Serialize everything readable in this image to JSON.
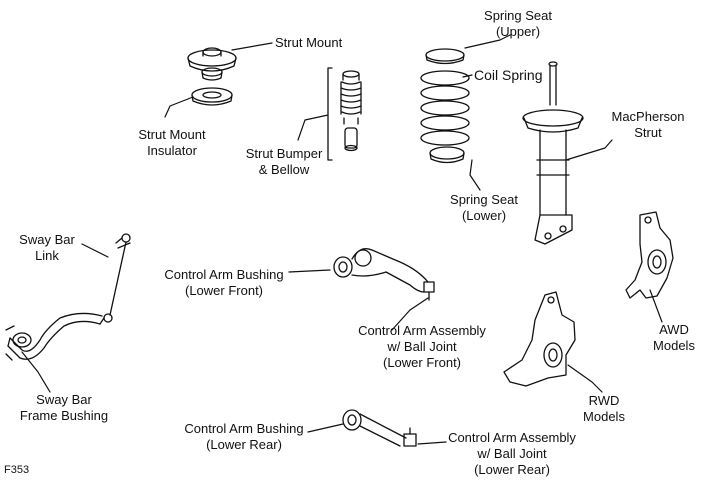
{
  "diagram_code": "F353",
  "labels": {
    "strut_mount": "Strut Mount",
    "strut_mount_insulator": [
      "Strut Mount",
      "Insulator"
    ],
    "strut_bumper": [
      "Strut Bumper",
      "& Bellow"
    ],
    "spring_seat_upper": [
      "Spring Seat",
      "(Upper)"
    ],
    "coil_spring": "Coil Spring",
    "spring_seat_lower": [
      "Spring Seat",
      "(Lower)"
    ],
    "macpherson_strut": [
      "MacPherson",
      "Strut"
    ],
    "sway_bar_link": [
      "Sway Bar",
      "Link"
    ],
    "control_arm_bushing_lf": [
      "Control Arm Bushing",
      "(Lower Front)"
    ],
    "control_arm_assembly_lf": [
      "Control Arm Assembly",
      "w/ Ball Joint",
      "(Lower Front)"
    ],
    "awd_models": [
      "AWD",
      "Models"
    ],
    "rwd_models": [
      "RWD",
      "Models"
    ],
    "sway_bar_frame_bushing": [
      "Sway Bar",
      "Frame Bushing"
    ],
    "control_arm_bushing_lr": [
      "Control Arm Bushing",
      "(Lower Rear)"
    ],
    "control_arm_assembly_lr": [
      "Control Arm Assembly",
      "w/ Ball Joint",
      "(Lower Rear)"
    ]
  }
}
